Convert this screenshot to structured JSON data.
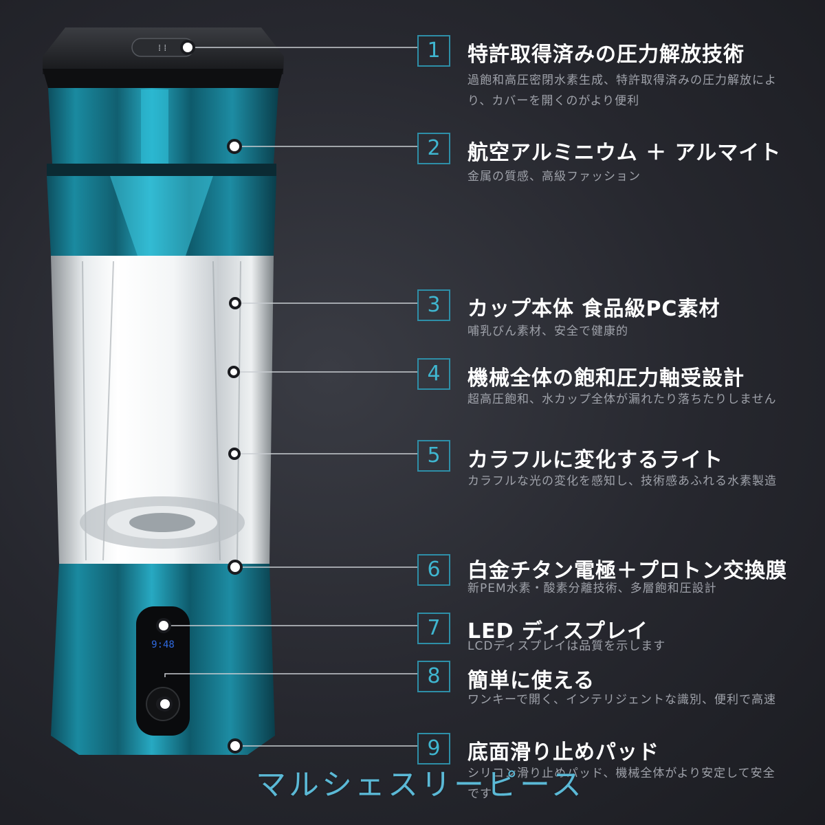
{
  "features": [
    {
      "num": "1",
      "title": "特許取得済みの圧力解放技術",
      "desc": "過飽和高圧密閉水素生成、特許取得済みの圧力解放により、カバーを開くのがより便利"
    },
    {
      "num": "2",
      "title": "航空アルミニウム ＋ アルマイト",
      "desc": "金属の質感、高級ファッション"
    },
    {
      "num": "3",
      "title": "カップ本体 食品級PC素材",
      "desc": "哺乳びん素材、安全で健康的"
    },
    {
      "num": "4",
      "title": "機械全体の飽和圧力軸受設計",
      "desc": "超高圧飽和、水カップ全体が漏れたり落ちたりしません"
    },
    {
      "num": "5",
      "title": "カラフルに変化するライト",
      "desc": "カラフルな光の変化を感知し、技術感あふれる水素製造"
    },
    {
      "num": "6",
      "title": "白金チタン電極＋プロトン交換膜",
      "desc": "新PEM水素・酸素分離技術、多層飽和圧設計"
    },
    {
      "num": "7",
      "title": "LED ディスプレイ",
      "desc": "LCDディスプレイは品質を示します"
    },
    {
      "num": "8",
      "title": "簡単に使える",
      "desc": "ワンキーで開く、インテリジェントな識別、便利で高速"
    },
    {
      "num": "9",
      "title": "底面滑り止めパッド",
      "desc": "シリコン滑り止めパッド、機械全体がより安定して安全です"
    }
  ],
  "display_time": "9:48",
  "watermark": "マルシェスリーピース",
  "colors": {
    "accent": "#3fb6d0",
    "body_teal": "#1f7f93",
    "background": "#26272e"
  }
}
